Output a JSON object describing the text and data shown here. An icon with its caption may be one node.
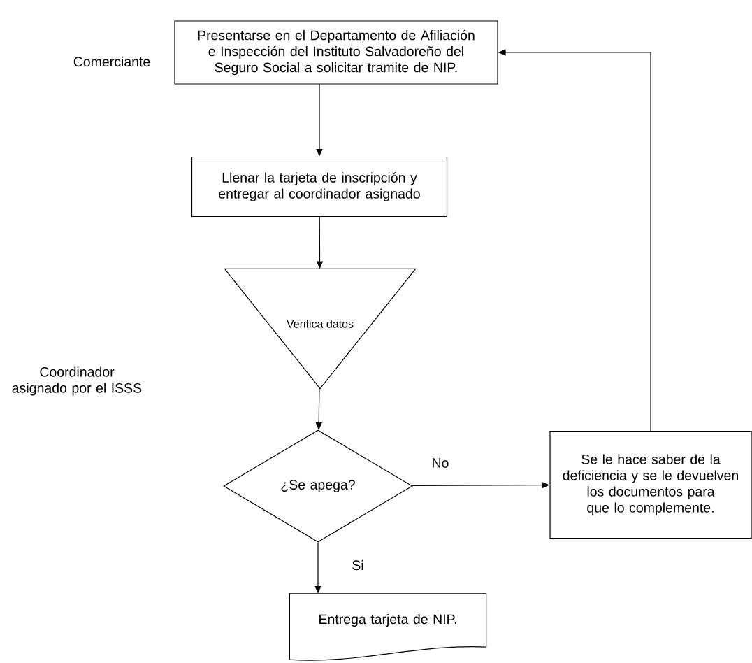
{
  "diagram": {
    "nodes": [
      {
        "text": [
          "Presentarse en el Departamento de Afiliación e Inspección del Instituto Salvadoreño del Seguro Social a solicitar tramite de NIP."
        ]
      },
      {
        "text": [
          "Llenar la tarjeta de inscripción y entregar al coordinador asignado"
        ]
      },
      {
        "text": [
          "Verifica datos"
        ]
      },
      {
        "text": [
          "¿Se apega?"
        ]
      },
      {
        "text": [
          "Se le hace saber de la deficiencia y se le devuelven los documentos para que lo complemente."
        ]
      },
      {
        "text": [
          "Entrega tarjeta de NIP."
        ]
      }
    ],
    "edges": [
      {
        "from": 0,
        "to": 1,
        "arrow": "to"
      },
      {
        "from": 1,
        "to": 2,
        "arrow": "to"
      },
      {
        "from": 2,
        "to": 3,
        "arrow": "to"
      },
      {
        "from": 3,
        "to": 4,
        "arrow": "to",
        "label": "No"
      },
      {
        "from": 3,
        "to": 5,
        "arrow": "to",
        "label": "Si"
      },
      {
        "from": 4,
        "to": 0,
        "arrow": "to"
      }
    ],
    "labels": [
      "Comerciante",
      "Coordinador asignado por el ISSS"
    ]
  }
}
